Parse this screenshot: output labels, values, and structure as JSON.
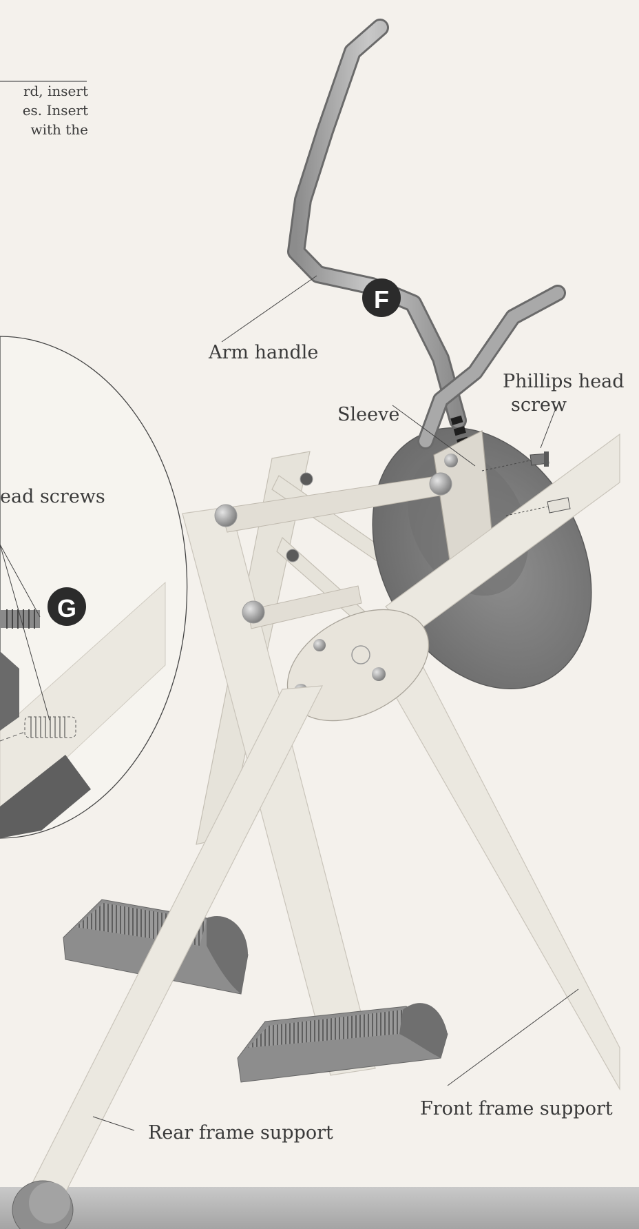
{
  "step_text": {
    "lines": [
      "rd, insert",
      "es. Insert",
      "with the"
    ]
  },
  "badges": {
    "f": "F",
    "g": "G"
  },
  "labels": {
    "arm_handle": "Arm handle",
    "phillips_head_screw_line1": "Phillips head",
    "phillips_head_screw_line2": "screw",
    "sleeve": "Sleeve",
    "head_screws": "ead screws",
    "front_frame_support": "Front frame support",
    "rear_frame_support": "Rear frame support"
  },
  "colors": {
    "background": "#f4f1ec",
    "frame": "#ebe8e0",
    "frame_stroke": "#c9c4ba",
    "disc": "#7f7f7f",
    "handle": "#a9a9a9",
    "badge": "#2b2b2b",
    "floor": "#b8b8b8"
  }
}
